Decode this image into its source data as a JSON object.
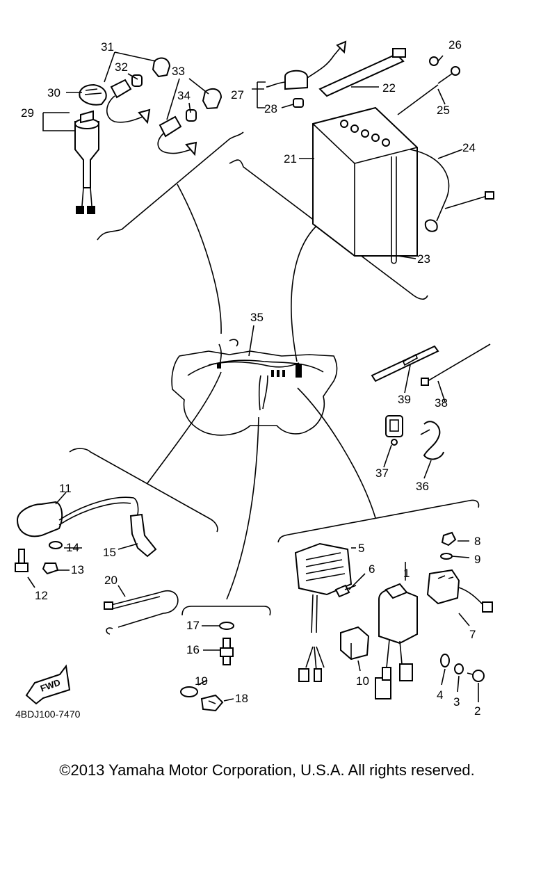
{
  "diagram": {
    "reference_code": "4BDJ100-7470",
    "direction_label": "FWD",
    "copyright": "©2013 Yamaha Motor Corporation, U.S.A. All rights reserved.",
    "parts": [
      {
        "key": "p1",
        "number": "1"
      },
      {
        "key": "p2",
        "number": "2"
      },
      {
        "key": "p3",
        "number": "3"
      },
      {
        "key": "p4",
        "number": "4"
      },
      {
        "key": "p5",
        "number": "5"
      },
      {
        "key": "p6",
        "number": "6"
      },
      {
        "key": "p7",
        "number": "7"
      },
      {
        "key": "p8",
        "number": "8"
      },
      {
        "key": "p9",
        "number": "9"
      },
      {
        "key": "p10",
        "number": "10"
      },
      {
        "key": "p11",
        "number": "11"
      },
      {
        "key": "p12",
        "number": "12"
      },
      {
        "key": "p13",
        "number": "13"
      },
      {
        "key": "p14",
        "number": "14"
      },
      {
        "key": "p15",
        "number": "15"
      },
      {
        "key": "p16",
        "number": "16"
      },
      {
        "key": "p17",
        "number": "17"
      },
      {
        "key": "p18",
        "number": "18"
      },
      {
        "key": "p19",
        "number": "19"
      },
      {
        "key": "p20",
        "number": "20"
      },
      {
        "key": "p21",
        "number": "21"
      },
      {
        "key": "p22",
        "number": "22"
      },
      {
        "key": "p23",
        "number": "23"
      },
      {
        "key": "p24",
        "number": "24"
      },
      {
        "key": "p25",
        "number": "25"
      },
      {
        "key": "p26",
        "number": "26"
      },
      {
        "key": "p27",
        "number": "27"
      },
      {
        "key": "p28",
        "number": "28"
      },
      {
        "key": "p29",
        "number": "29"
      },
      {
        "key": "p30",
        "number": "30"
      },
      {
        "key": "p31",
        "number": "31"
      },
      {
        "key": "p32",
        "number": "32"
      },
      {
        "key": "p33",
        "number": "33"
      },
      {
        "key": "p34",
        "number": "34"
      },
      {
        "key": "p35",
        "number": "35"
      },
      {
        "key": "p36",
        "number": "36"
      },
      {
        "key": "p37",
        "number": "37"
      },
      {
        "key": "p38",
        "number": "38"
      },
      {
        "key": "p39",
        "number": "39"
      }
    ]
  }
}
